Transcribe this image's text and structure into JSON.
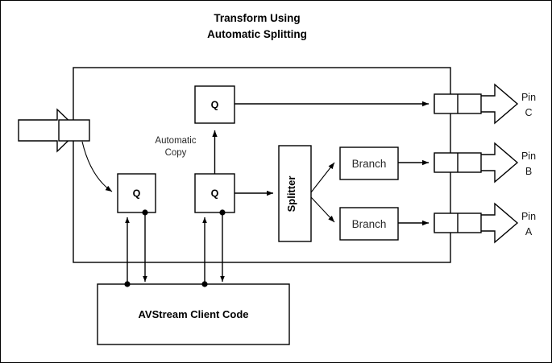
{
  "diagram": {
    "title_line1": "Transform Using",
    "title_line2": "Automatic Splitting",
    "outer_container_name": "transform-filter-boundary",
    "notes": {
      "automatic_copy_line1": "Automatic",
      "automatic_copy_line2": "Copy"
    },
    "nodes": {
      "input_pin_label": "",
      "queue_copy": "Q",
      "queue_left": "Q",
      "queue_middle": "Q",
      "splitter": "Splitter",
      "branch_top": "Branch",
      "branch_bottom": "Branch",
      "client_code": "AVStream Client Code"
    },
    "output_pins": [
      {
        "line1": "Pin",
        "line2": "C"
      },
      {
        "line1": "Pin",
        "line2": "B"
      },
      {
        "line1": "Pin",
        "line2": "A"
      }
    ],
    "colors": {
      "stroke": "#000000",
      "fill": "#ffffff",
      "text": "#1a1a1a",
      "page_border": "#000000"
    }
  }
}
